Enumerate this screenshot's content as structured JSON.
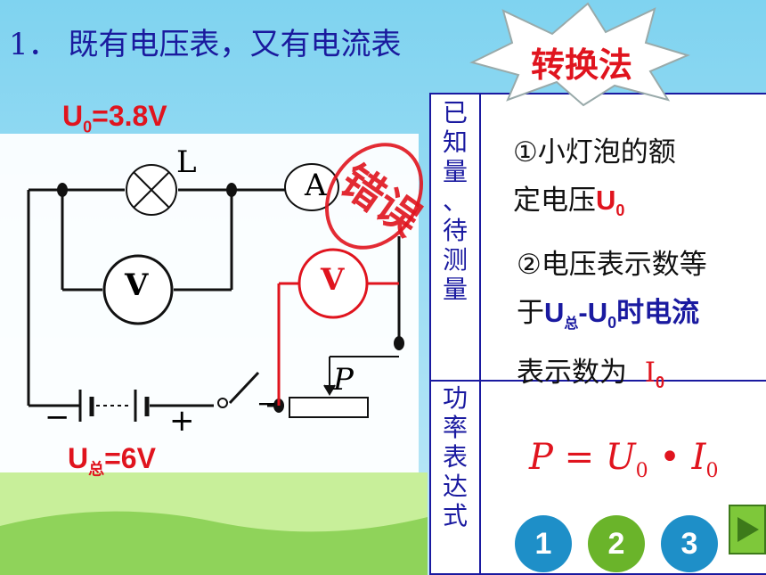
{
  "slide": {
    "title": "1． 既有电压表，又有电流表",
    "star_label": "转换法",
    "stamp_label": "错误",
    "u0_label": "U",
    "u0_sub": "0",
    "u0_value": "=3.8V",
    "utotal_label": "U",
    "utotal_sub": "总",
    "utotal_value": "=6V"
  },
  "circuit": {
    "lamp_label": "L",
    "ammeter_label": "A",
    "voltmeter1_label": "V",
    "voltmeter2_label": "V",
    "rheostat_label": "P",
    "battery_minus": "−",
    "battery_plus": "+",
    "rheostat_minus": "−"
  },
  "table": {
    "row1_header": [
      "已",
      "知",
      "量",
      "、",
      "待",
      "测",
      "量"
    ],
    "row2_header": [
      "功",
      "率",
      "表",
      "达",
      "式"
    ],
    "item1_line1": "①小灯泡的额",
    "item1_line2": "定电压",
    "item1_var": "U",
    "item1_sub": "0",
    "item2_line1": "②电压表示数等",
    "item2_line2_a": "于",
    "item2_var1": "U",
    "item2_sub1": "总",
    "item2_minus": "-U",
    "item2_sub2": "0",
    "item2_line2_b": "时电流",
    "item2_line3": "表示数为",
    "item2_var3": "I",
    "item2_sub3": "0",
    "formula_lhs": "P",
    "formula_eq": " = ",
    "formula_u": "U",
    "formula_u_sub": "0",
    "formula_dot": " • ",
    "formula_i": "I",
    "formula_i_sub": "0"
  },
  "nav": {
    "btn1": "1",
    "btn2": "2",
    "btn3": "3",
    "colors": {
      "btn1": "#1e8fc8",
      "btn2": "#6ab42a",
      "btn3": "#1e8fc8"
    }
  }
}
